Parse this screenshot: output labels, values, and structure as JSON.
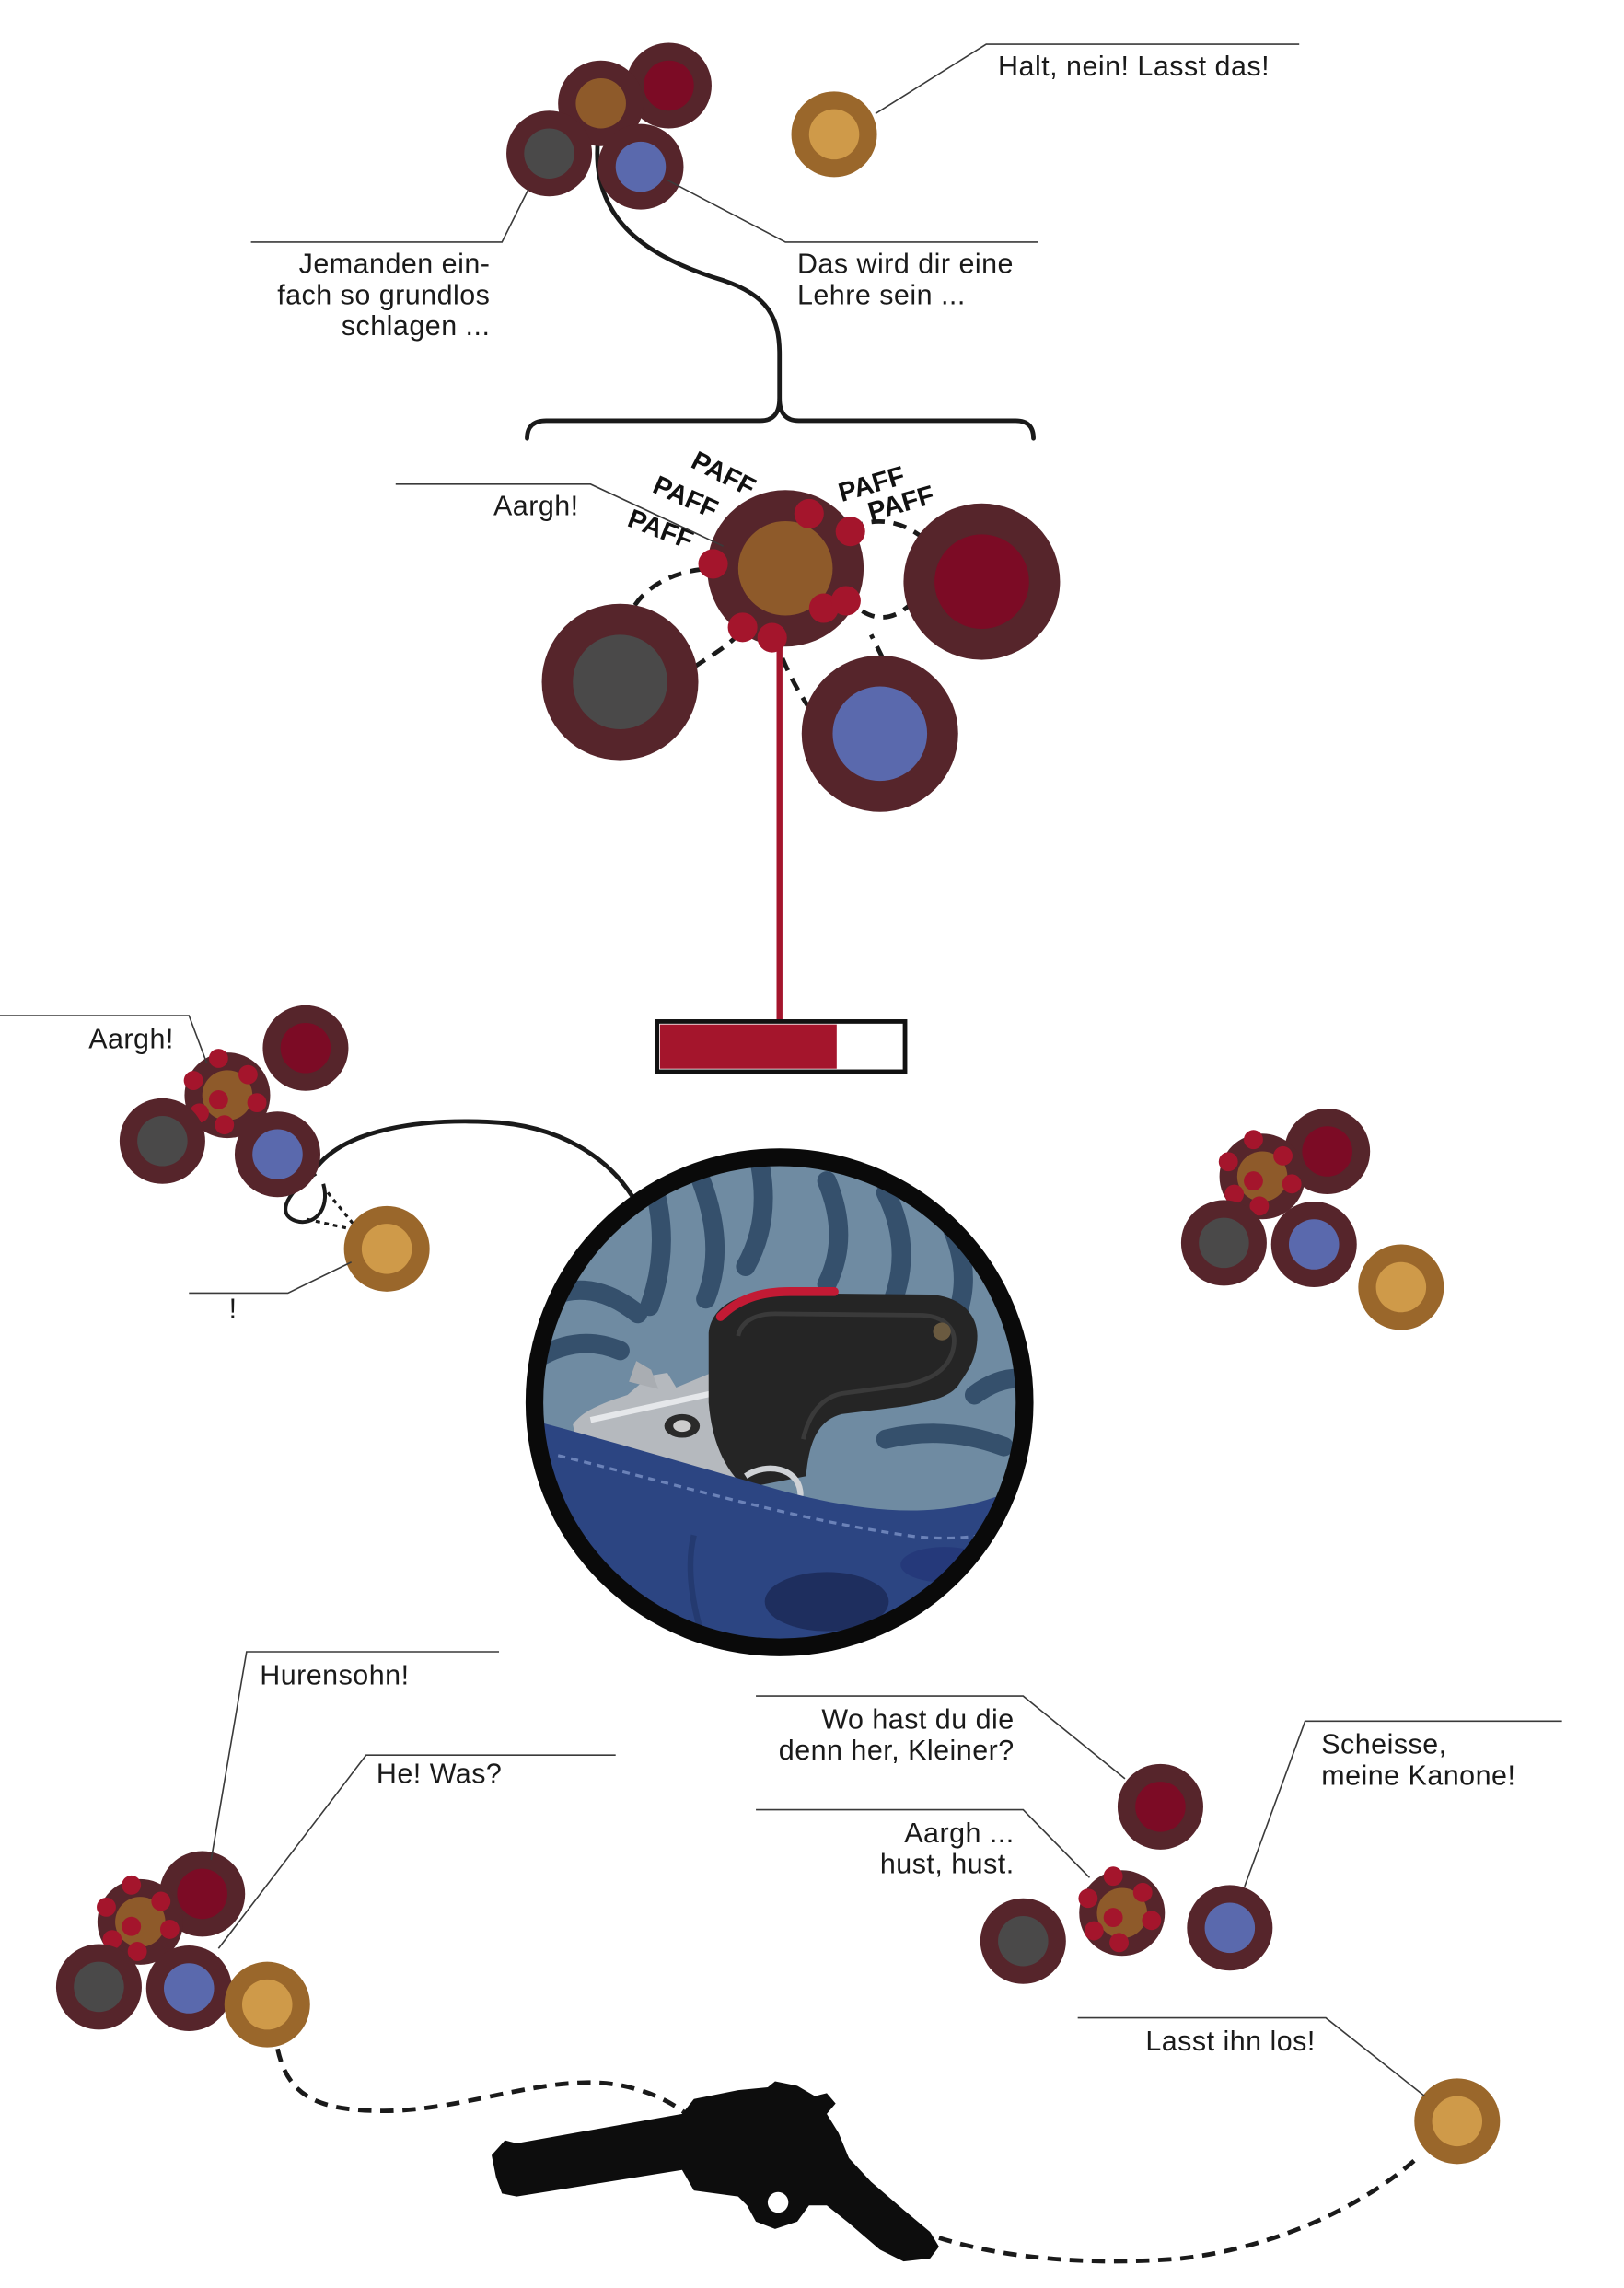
{
  "colors": {
    "ring": "#56252b",
    "ring_gold": "#9a672b",
    "red": "#7c0b25",
    "brown": "#8e5a2a",
    "grey": "#4a4949",
    "blue": "#5a69ad",
    "gold": "#cf9a49",
    "blood": "#a4152c",
    "health": "#a4152c",
    "ink": "#1a1a1a"
  },
  "scene1": {
    "halt": "Halt, nein! Lasst das!",
    "jemanden": [
      "Jemanden ein-",
      "fach so grundlos",
      "schlagen ..."
    ],
    "lehre": [
      "Das wird dir eine",
      "Lehre sein ..."
    ]
  },
  "scene2": {
    "aargh": "Aargh!",
    "paff": [
      "PAFF",
      "PAFF",
      "PAFF",
      "PAFF",
      "PAFF"
    ],
    "health_fraction": 0.73
  },
  "scene3": {
    "aargh": "Aargh!",
    "exclaim": "!"
  },
  "scene5": {
    "hurensohn": "Hurensohn!",
    "he_was": "He! Was?",
    "wo_hast": [
      "Wo hast du die",
      "denn her, Kleiner?"
    ],
    "aargh_hust": [
      "Aargh ...",
      "hust, hust."
    ],
    "scheisse": [
      "Scheisse,",
      "meine Kanone!"
    ],
    "lasst_los": "Lasst ihn los!"
  }
}
